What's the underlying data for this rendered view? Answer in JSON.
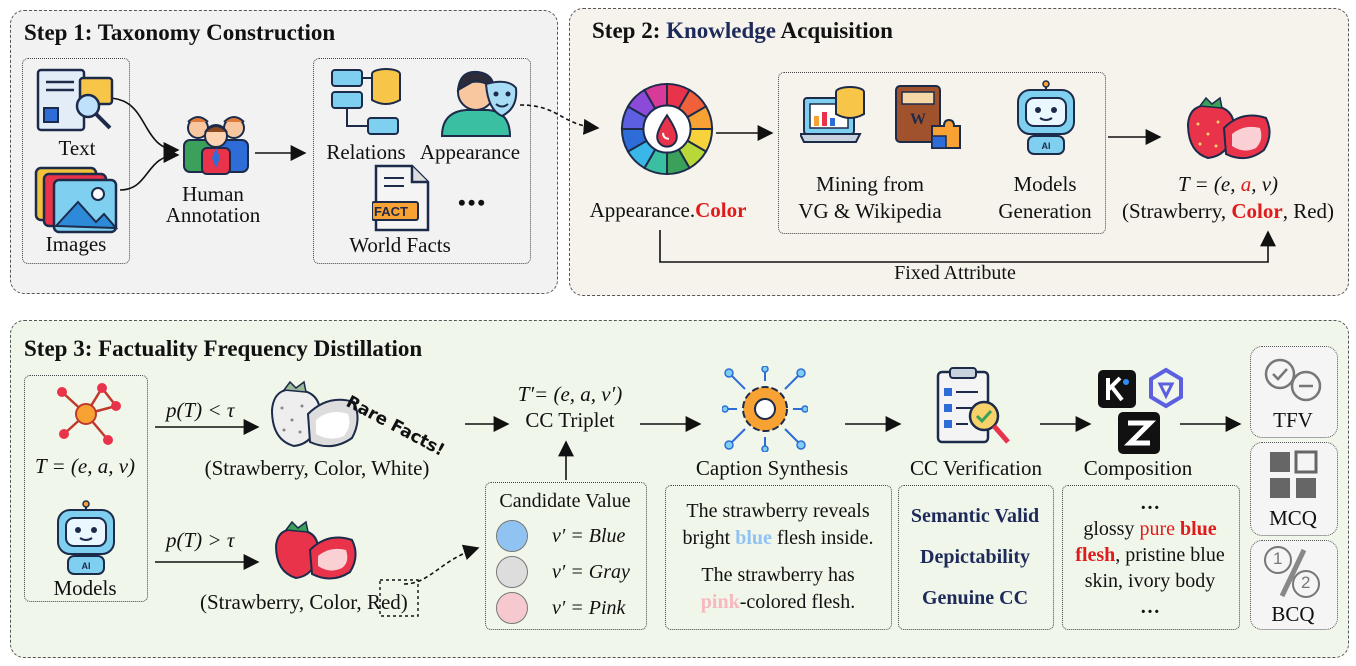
{
  "step1": {
    "title": "Step 1: Taxonomy Construction",
    "text_label": "Text",
    "images_label": "Images",
    "human_line1": "Human",
    "human_line2": "Annotation",
    "relations_label": "Relations",
    "appearance_label": "Appearance",
    "world_facts_label": "World Facts",
    "fact_tag": "FACT",
    "ellipsis": "•••"
  },
  "step2": {
    "title_prefix": "Step 2: ",
    "title_knowledge": "Knowledge",
    "title_suffix": " Acquisition",
    "appearance_prefix": "Appearance.",
    "appearance_color": "Color",
    "mining_line1": "Mining from",
    "mining_line2": "VG & Wikipedia",
    "models_line1": "Models",
    "models_line2": "Generation",
    "triplet_T": "T = (e, ",
    "triplet_a": "a",
    "triplet_end": ", v)",
    "triplet_open": "(Strawberry, ",
    "triplet_color": "Color",
    "triplet_close": ", Red)",
    "fixed_attribute": "Fixed Attribute"
  },
  "step3": {
    "title": "Step 3: Factuality Frequency Distillation",
    "T_label": "T = (e, a, v)",
    "models_label": "Models",
    "p_low": "p(T) < τ",
    "p_high": "p(T) > τ",
    "rare_facts": "Rare Facts!",
    "white_triplet": "(Strawberry, Color, White)",
    "red_triplet_prefix": "(Strawberry, Color, ",
    "red_triplet_red": "Red",
    "red_triplet_suffix": ")",
    "cc_formula": "T′= (e, a, v′)",
    "cc_triplet": "CC Triplet",
    "candidate_title": "Candidate Value",
    "candidates": [
      {
        "label": "v′ = Blue",
        "color": "#90c2f2"
      },
      {
        "label": "v′ = Gray",
        "color": "#dddddd"
      },
      {
        "label": "v′ = Pink",
        "color": "#f6c9cf"
      }
    ],
    "caption_synthesis": "Caption Synthesis",
    "caption1_a": "The strawberry reveals",
    "caption1_b": "bright ",
    "caption1_blue": "blue",
    "caption1_c": " flesh inside.",
    "caption2_a": "The strawberry has",
    "caption2_pink": "pink",
    "caption2_b": "-colored flesh.",
    "cc_verification": "CC Verification",
    "verif_1": "Semantic Valid",
    "verif_2": "Depictability",
    "verif_3": "Genuine CC",
    "composition": "Composition",
    "comp_dots": "…",
    "comp_a": "glossy ",
    "comp_pure": "pure ",
    "comp_blue": "blue",
    "comp_flesh": "flesh",
    "comp_b": ", pristine blue",
    "comp_c": "skin, ivory body",
    "comp_dots2": "…",
    "tfv": "TFV",
    "mcq": "MCQ",
    "bcq": "BCQ",
    "bcq_1": "1",
    "bcq_2": "2"
  }
}
